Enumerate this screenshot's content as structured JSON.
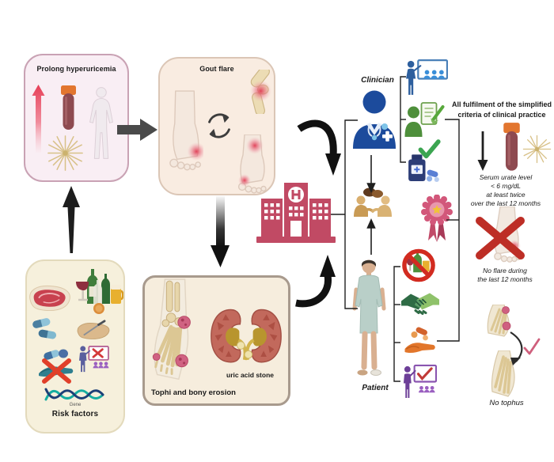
{
  "diagram": {
    "boxes": {
      "hyperuricemia": {
        "title": "Prolong hyperuricemia"
      },
      "gout_flare": {
        "title": "Gout flare"
      },
      "risk_factors": {
        "title": "Risk factors",
        "gene_label": "Gene"
      },
      "tophi": {
        "title": "Tophi and bony erosion",
        "stone_label": "uric acid stone"
      }
    },
    "actors": {
      "clinician_label": "Clinician",
      "patient_label": "Patient"
    },
    "criteria": {
      "title": "All fulfilment of the simplified\ncriteria of clinical practice",
      "serum_urate": "Serum urate level\n< 6 mg/dL\nat least twice\nover the last 12 months",
      "no_flare": "No flare during\nthe last 12 months",
      "no_tophus": "No tophus"
    },
    "icons": [
      "rising-level-arrow-icon",
      "blood-tube-icon",
      "human-body-icon",
      "urate-crystal-icon",
      "inflamed-foot-icon",
      "inflamed-knee-icon",
      "recurrence-cycle-icon",
      "red-meat-icon",
      "alcohol-drinks-icon",
      "pills-icon",
      "organ-meat-icon",
      "drugs-crossed-icon",
      "education-gap-icon",
      "gene-dna-icon",
      "foot-skeleton-tophi-icon",
      "kidneys-stone-icon",
      "hospital-icon",
      "clinician-icon",
      "patient-icon",
      "conversation-icon",
      "award-ribbon-icon",
      "patient-education-icon",
      "care-plan-icon",
      "medication-check-icon",
      "no-alcohol-icon",
      "handshake-icon",
      "medication-adherence-icon",
      "training-check-icon",
      "serum-tube-icon",
      "no-flare-foot-icon",
      "tophus-resolution-icon",
      "check-icon"
    ],
    "colors": {
      "hospital_pink": "#c14a64",
      "clinician_blue": "#1c4b9c",
      "box_pink_border": "#c9a2b4",
      "box_tan_border": "#dbc6b6",
      "prohibition_red": "#d22b20",
      "success_green": "#3ba551",
      "ribbon_pink": "#d2577a"
    }
  }
}
